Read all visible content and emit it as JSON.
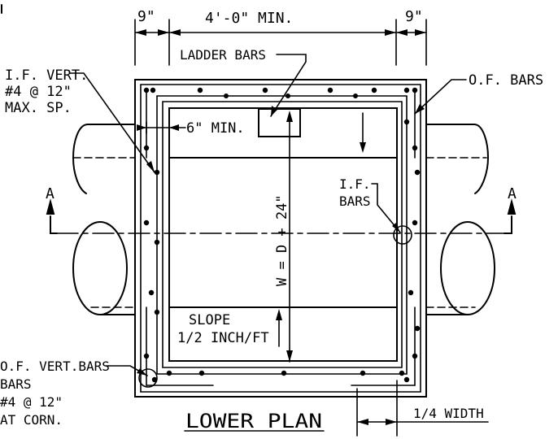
{
  "dimensions": {
    "left_clear": "9\"",
    "width_min": "4'-0\" MIN.",
    "right_clear": "9\"",
    "wall_offset": "6\" MIN.",
    "quarter_width": "1/4 WIDTH",
    "inside_width": "W = D + 24\""
  },
  "callouts": {
    "ladder_bars": "LADDER BARS",
    "of_bars": "O.F.  BARS",
    "if_vert_line1": "I.F. VERT.",
    "if_vert_line2": "#4 @ 12\"",
    "if_vert_line3": "MAX. SP.",
    "if_bars_line1": "I.F.",
    "if_bars_line2": "BARS",
    "of_vert_line1": "O.F. VERT.BARS",
    "of_vert_line2": "BARS",
    "of_vert_line3": "#4 @ 12\"",
    "of_vert_line4": "AT CORN.",
    "slope_line1": "SLOPE",
    "slope_line2": "1/2 INCH/FT"
  },
  "section_marks": {
    "left": "A",
    "right": "A"
  },
  "title": "LOWER PLAN",
  "colors": {
    "line": "#000000",
    "background": "#ffffff"
  }
}
